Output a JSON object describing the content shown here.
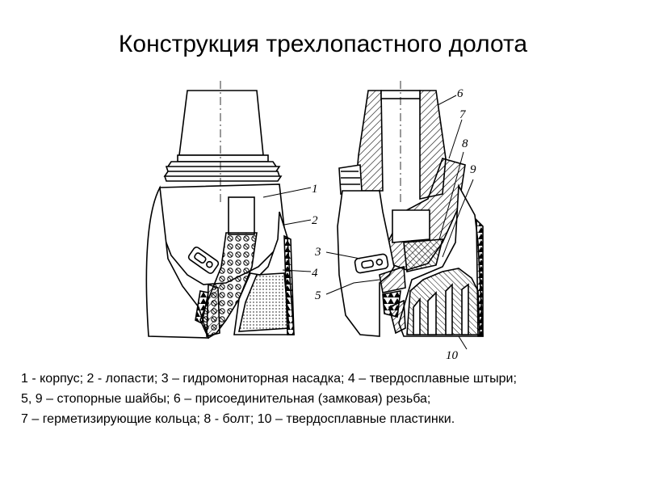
{
  "title": "Конструкция трехлопастного долота",
  "callouts": [
    "1",
    "2",
    "3",
    "4",
    "5",
    "6",
    "7",
    "8",
    "9",
    "10"
  ],
  "legend": [
    "1 - корпус; 2 - лопасти; 3 – гидромониторная насадка; 4 – твердосплавные штыри;",
    "5, 9 – стопорные шайбы; 6 – присоединительная (замковая) резьба;",
    "7 – герметизирующие кольца; 8 - болт; 10 – твердосплавные пластинки."
  ]
}
